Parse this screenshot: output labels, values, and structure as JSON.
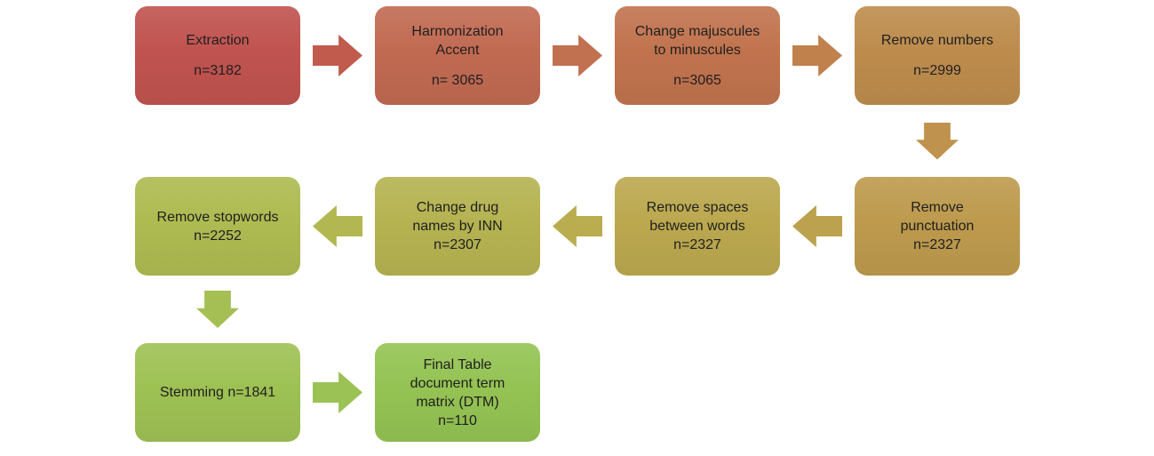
{
  "page": {
    "background_color": "#ffffff",
    "text_color": "#1f1f1f",
    "description": "Text-mining data cleaning process flowchart, colored red to green"
  },
  "flowchart": {
    "boxes": [
      {
        "id": "extraction",
        "row": 0,
        "col": 0,
        "color": "#c0534f",
        "lines": [
          "Extraction",
          "n=3182"
        ],
        "para_gap": true
      },
      {
        "id": "harmonization-accent",
        "row": 0,
        "col": 1,
        "color": "#c16a52",
        "lines": [
          "Harmonization",
          "Accent",
          "n= 3065"
        ],
        "para_gap": true
      },
      {
        "id": "change-majuscules",
        "row": 0,
        "col": 2,
        "color": "#c1734e",
        "lines": [
          "Change majuscules",
          "to minuscules",
          "n=3065"
        ],
        "para_gap": true
      },
      {
        "id": "remove-numbers",
        "row": 0,
        "col": 3,
        "color": "#bd8c4d",
        "lines": [
          "Remove numbers",
          "n=2999"
        ],
        "para_gap": true
      },
      {
        "id": "remove-punctuation",
        "row": 1,
        "col": 3,
        "color": "#bd9a4d",
        "lines": [
          "Remove",
          "punctuation",
          "n=2327"
        ],
        "para_gap": false
      },
      {
        "id": "remove-spaces",
        "row": 1,
        "col": 2,
        "color": "#bba84f",
        "lines": [
          "Remove spaces",
          "between words",
          "n=2327"
        ],
        "para_gap": false
      },
      {
        "id": "change-drug-names",
        "row": 1,
        "col": 1,
        "color": "#b5b351",
        "lines": [
          "Change drug",
          "names by INN",
          "n=2307"
        ],
        "para_gap": false
      },
      {
        "id": "remove-stopwords",
        "row": 1,
        "col": 0,
        "color": "#aebb51",
        "lines": [
          "Remove stopwords",
          "n=2252"
        ],
        "para_gap": false
      },
      {
        "id": "stemming",
        "row": 2,
        "col": 0,
        "color": "#9ec154",
        "lines": [
          "Stemming n=1841"
        ],
        "para_gap": false
      },
      {
        "id": "final-table-dtm",
        "row": 2,
        "col": 1,
        "color": "#94c353",
        "lines": [
          "Final Table",
          "document term",
          "matrix (DTM)",
          "n=110"
        ],
        "para_gap": false
      }
    ],
    "arrows": [
      {
        "id": "a1",
        "dir": "right",
        "row": 0,
        "gap": 0,
        "color": "#c05b4e"
      },
      {
        "id": "a2",
        "dir": "right",
        "row": 0,
        "gap": 1,
        "color": "#c17050"
      },
      {
        "id": "a3",
        "dir": "right",
        "row": 0,
        "gap": 2,
        "color": "#c0814d"
      },
      {
        "id": "a4",
        "dir": "down",
        "col": 3,
        "between": [
          0,
          1
        ],
        "color": "#bf924e"
      },
      {
        "id": "a5",
        "dir": "left",
        "row": 1,
        "gap": 2,
        "color": "#bca14e"
      },
      {
        "id": "a6",
        "dir": "left",
        "row": 1,
        "gap": 1,
        "color": "#b9ad50"
      },
      {
        "id": "a7",
        "dir": "left",
        "row": 1,
        "gap": 0,
        "color": "#b2b752"
      },
      {
        "id": "a8",
        "dir": "down",
        "col": 0,
        "between": [
          1,
          2
        ],
        "color": "#a6bf54"
      },
      {
        "id": "a9",
        "dir": "right",
        "row": 2,
        "gap": 0,
        "color": "#9ac254"
      }
    ]
  }
}
